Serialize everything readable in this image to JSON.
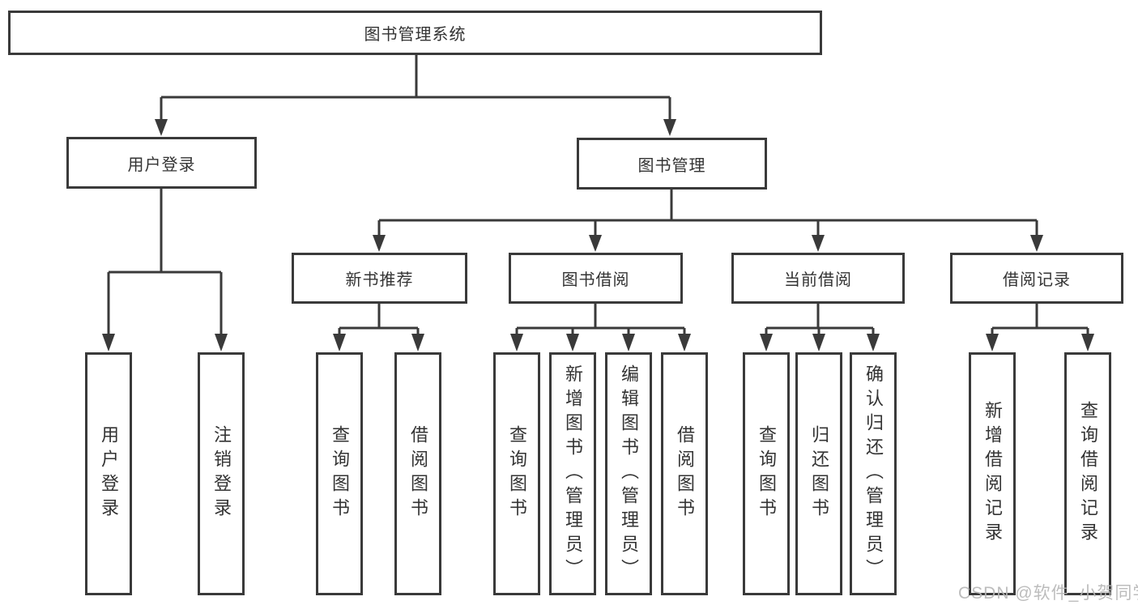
{
  "diagram": {
    "tree": {
      "label": "图书管理系统",
      "children": [
        {
          "label": "用户登录",
          "children": [
            {
              "label": "用户登录"
            },
            {
              "label": "注销登录"
            }
          ]
        },
        {
          "label": "图书管理",
          "children": [
            {
              "label": "新书推荐",
              "children": [
                {
                  "label": "查询图书"
                },
                {
                  "label": "借阅图书"
                }
              ]
            },
            {
              "label": "图书借阅",
              "children": [
                {
                  "label": "查询图书"
                },
                {
                  "label": "新增图书（管理员）"
                },
                {
                  "label": "编辑图书（管理员）"
                },
                {
                  "label": "借阅图书"
                }
              ]
            },
            {
              "label": "当前借阅",
              "children": [
                {
                  "label": "查询图书"
                },
                {
                  "label": "归还图书"
                },
                {
                  "label": "确认归还（管理员）"
                }
              ]
            },
            {
              "label": "借阅记录",
              "children": [
                {
                  "label": "新增借阅记录"
                },
                {
                  "label": "查询借阅记录"
                }
              ]
            }
          ]
        }
      ]
    },
    "colors": {
      "line": "#3a3a3a",
      "text": "#333333",
      "watermark": "#b6b6b6",
      "background": "#ffffff"
    },
    "watermark": "CSDN @软件_小贺同学"
  }
}
